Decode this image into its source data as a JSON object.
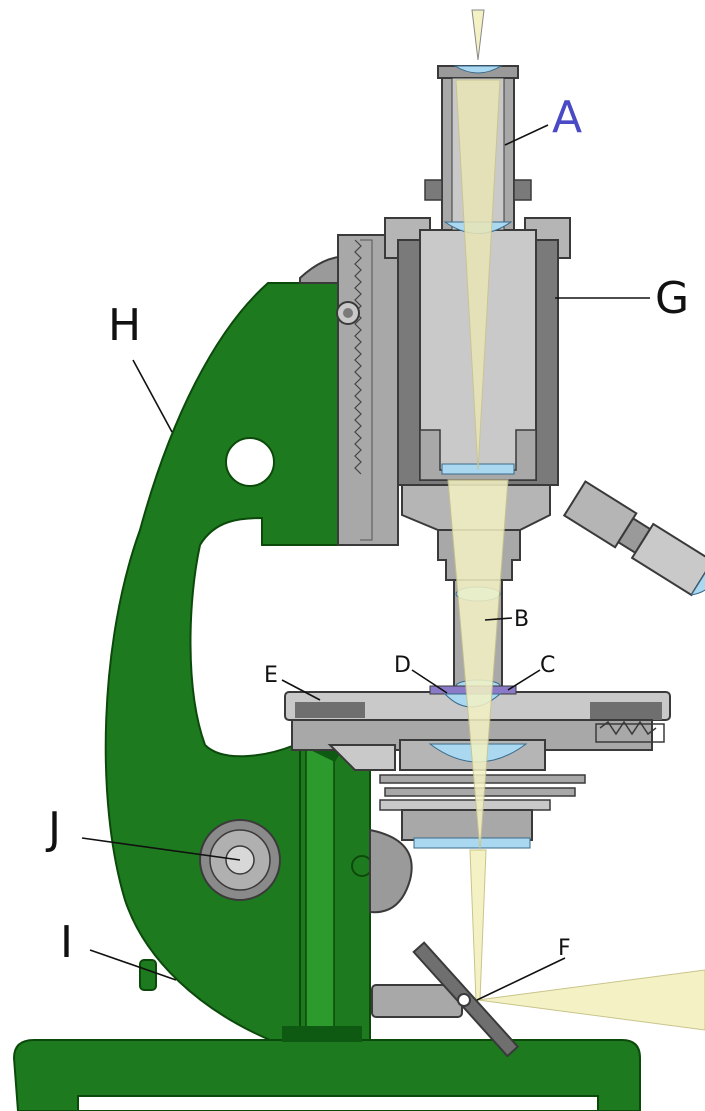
{
  "colors": {
    "frame_green": "#1e7a1e",
    "frame_dark_green": "#0f5a12",
    "metal_light": "#c9c9c9",
    "metal_mid": "#a8a8a8",
    "metal_dark": "#6f6f6f",
    "lens_blue": "#a9d8f0",
    "light_beam": "#f4f2c4",
    "label_A": "#4a4ac4",
    "label_default": "#111111"
  },
  "labels": {
    "A": "A",
    "B": "B",
    "C": "C",
    "D": "D",
    "E": "E",
    "F": "F",
    "G": "G",
    "H": "H",
    "I": "I",
    "J": "J"
  }
}
